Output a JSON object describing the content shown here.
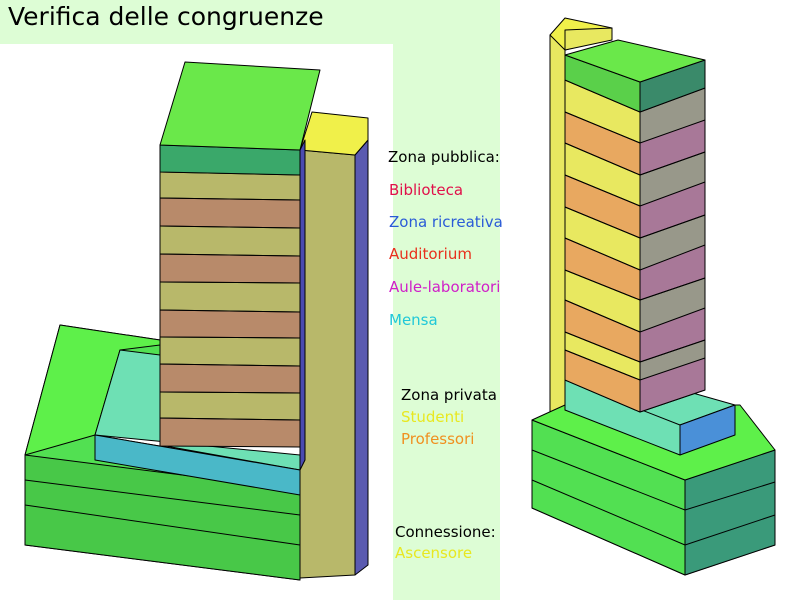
{
  "title": "Verifica delle congruenze",
  "legend": {
    "zona_pubblica": {
      "heading": "Zona pubblica:",
      "items": [
        {
          "label": "Biblioteca",
          "color": "#e0104a"
        },
        {
          "label": "Zona ricreativa",
          "color": "#2a5bd7"
        },
        {
          "label": "Auditorium",
          "color": "#e8301c"
        },
        {
          "label": "Aule-laboratori",
          "color": "#d020c8"
        },
        {
          "label": "Mensa",
          "color": "#20c8d8"
        }
      ]
    },
    "zona_privata": {
      "heading": "Zona privata",
      "items": [
        {
          "label": "Studenti",
          "color": "#e8e820"
        },
        {
          "label": "Professori",
          "color": "#f09020"
        }
      ]
    },
    "connessione": {
      "heading": "Connessione:",
      "items": [
        {
          "label": "Ascensore",
          "color": "#e8e820"
        }
      ]
    }
  }
}
